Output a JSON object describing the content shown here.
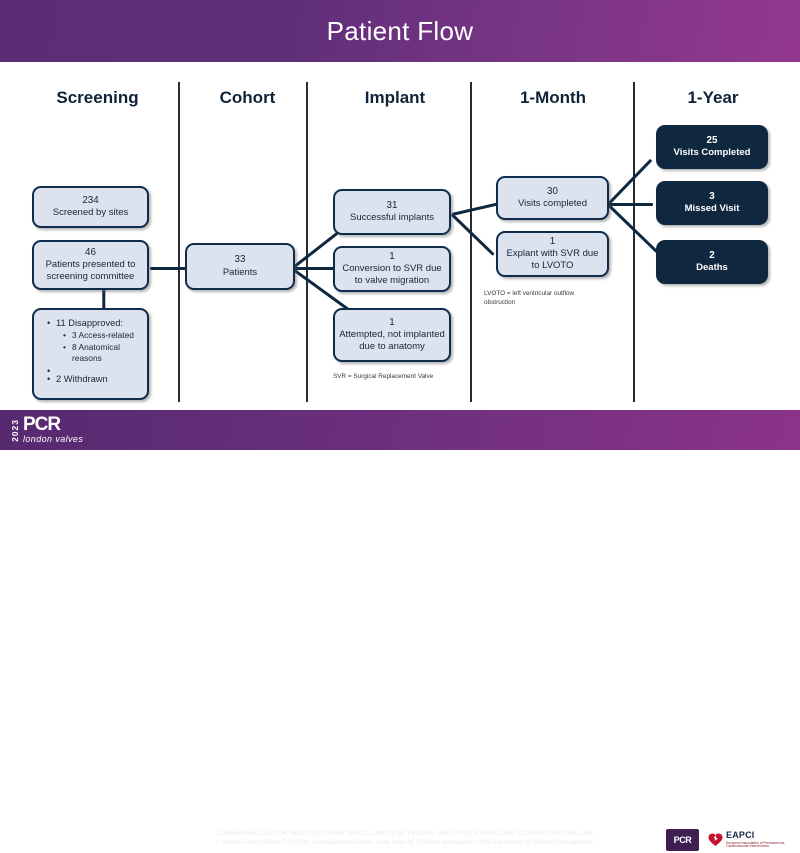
{
  "header": {
    "title": "Patient Flow"
  },
  "columns": [
    {
      "label": "Screening"
    },
    {
      "label": "Cohort"
    },
    {
      "label": "Implant"
    },
    {
      "label": "1-Month"
    },
    {
      "label": "1-Year"
    }
  ],
  "screening": {
    "screened": {
      "count": "234",
      "label": "Screened by sites"
    },
    "presented": {
      "count": "46",
      "label": "Patients presented to screening committee"
    },
    "disapproved": {
      "main": "11 Disapproved:",
      "sub": [
        "3 Access-related",
        "8 Anatomical reasons"
      ],
      "withdrawn": "2 Withdrawn"
    }
  },
  "cohort": {
    "patients": {
      "count": "33",
      "label": "Patients"
    }
  },
  "implant": {
    "successful": {
      "count": "31",
      "label": "Successful implants"
    },
    "conversion": {
      "count": "1",
      "label": "Conversion to SVR due to valve migration"
    },
    "attempted": {
      "count": "1",
      "label": "Attempted, not implanted due to anatomy"
    },
    "footnote": "SVR = Surgical Replacement Valve"
  },
  "one_month": {
    "visits": {
      "count": "30",
      "label": "Visits completed"
    },
    "explant": {
      "count": "1",
      "label": "Explant with SVR due to LVOTO"
    },
    "footnote": "LVOTO = left ventricular outflow obstruction"
  },
  "one_year": {
    "completed": {
      "count": "25",
      "label": "Visits Completed"
    },
    "missed": {
      "count": "3",
      "label": "Missed Visit"
    },
    "deaths": {
      "count": "2",
      "label": "Deaths"
    }
  },
  "footer": {
    "year": "2023",
    "brand": "PCR",
    "brand_sub": "london valves",
    "caution_line1": "‡ United States CAUTION: INVESTIGATIONAL DEVICE, LIMITED BY FEDERAL (OR UNITED STATES) LAW TO INVESTIGATIONAL USE",
    "caution_line2": "‡ Outside United States CAUTION: Investigational Device. To be Used by Qualified Investigators Only. Exclusively for Clinical Investigations.",
    "badge_pcr": "PCR",
    "badge_eapci": "EAPCI",
    "badge_eapci_sub": "European Association of Percutaneous Cardiovascular Interventions"
  },
  "colors": {
    "header_purple_left": "#5c2d76",
    "header_purple_right": "#93378f",
    "box_fill": "#dce3ef",
    "box_border": "#0f2c4a",
    "dark_box": "#10283f"
  }
}
